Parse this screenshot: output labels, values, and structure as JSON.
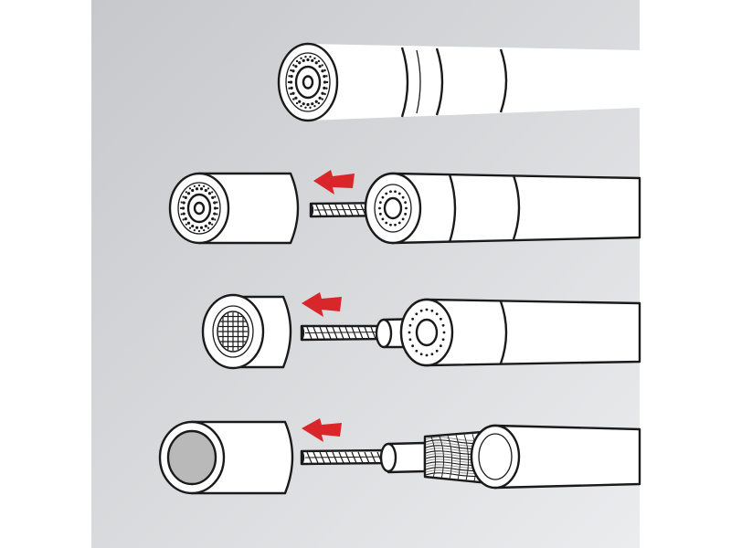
{
  "figure": {
    "panel_gradient": [
      "#c7c8cb",
      "#ebecee"
    ],
    "outline_color": "#1a1a1a",
    "jacket_fill": "#ffffff",
    "arrow_color": "#d9262a",
    "core_color": "#b9b9b9",
    "braid_color": "#9a9a9a"
  },
  "steps": [
    {
      "name": "intact-coax-cable",
      "arrow": false
    },
    {
      "name": "outer-jacket-pulled-off",
      "arrow": true,
      "arrow_icon": "red-arrow-left-icon"
    },
    {
      "name": "dielectric-pulled-off",
      "arrow": true,
      "arrow_icon": "red-arrow-left-icon"
    },
    {
      "name": "shield-braid-exposed",
      "arrow": true,
      "arrow_icon": "red-arrow-left-icon"
    }
  ]
}
